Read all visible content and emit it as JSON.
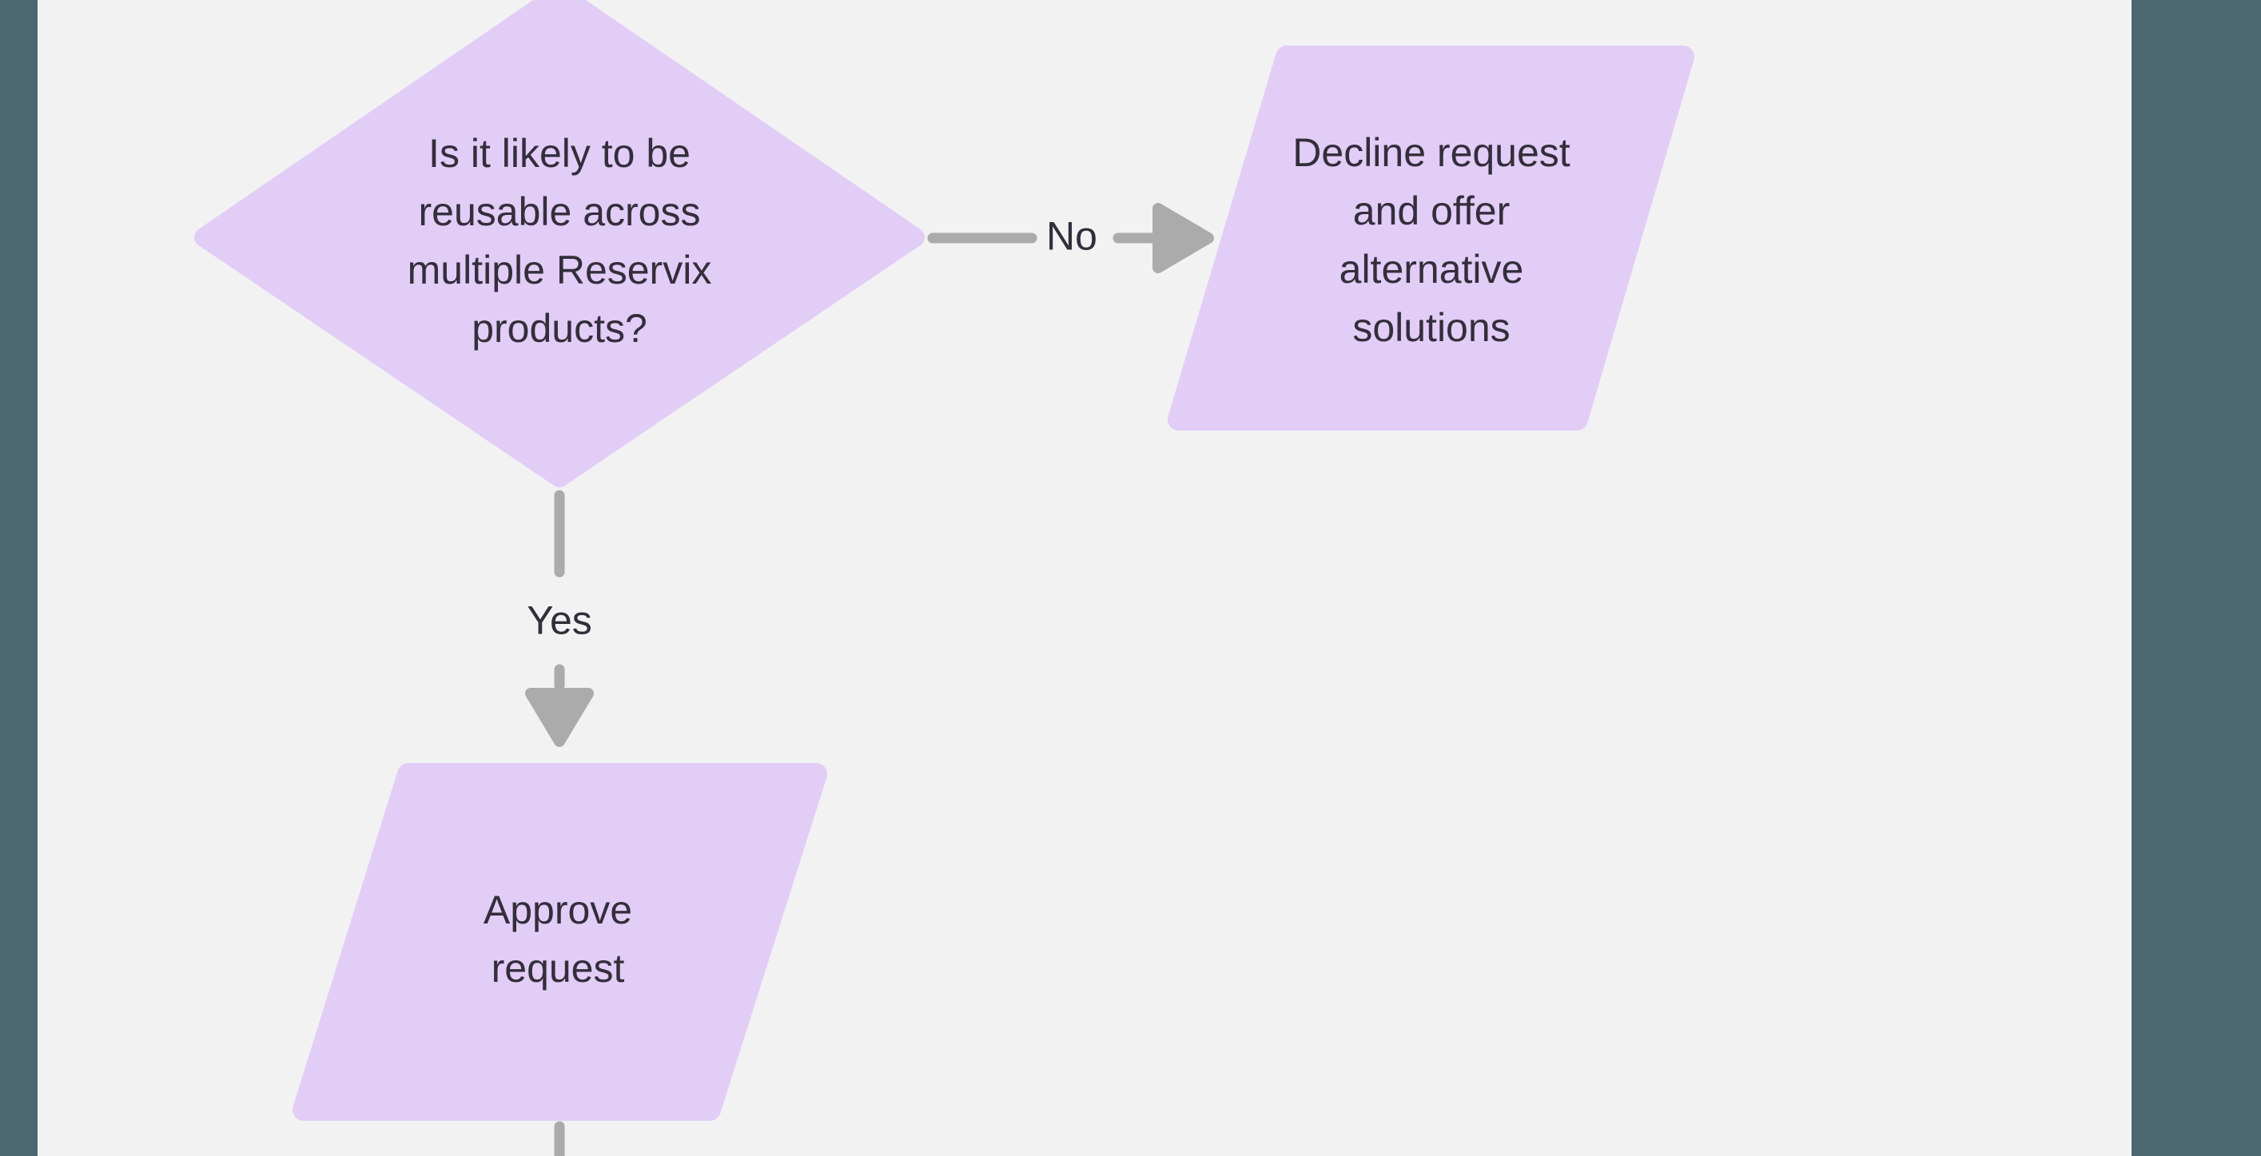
{
  "diagram": {
    "type": "flowchart",
    "nodes": [
      {
        "id": "decision",
        "shape": "diamond",
        "label": "Is it likely to be\nreusable across\nmultiple Reservix\nproducts?"
      },
      {
        "id": "decline",
        "shape": "parallelogram",
        "label": "Decline request\nand offer\nalternative\nsolutions"
      },
      {
        "id": "approve",
        "shape": "parallelogram",
        "label": "Approve\nrequest"
      }
    ],
    "edges": [
      {
        "from": "decision",
        "to": "decline",
        "label": "No"
      },
      {
        "from": "decision",
        "to": "approve",
        "label": "Yes"
      },
      {
        "from": "approve",
        "label": ""
      }
    ]
  },
  "colors": {
    "canvas_background": "#f2f2f3",
    "viewer_edge_bar": "#4b6772",
    "node_fill": "#e2cdf7",
    "connector": "#ababab",
    "label_text": "#332e3b"
  }
}
